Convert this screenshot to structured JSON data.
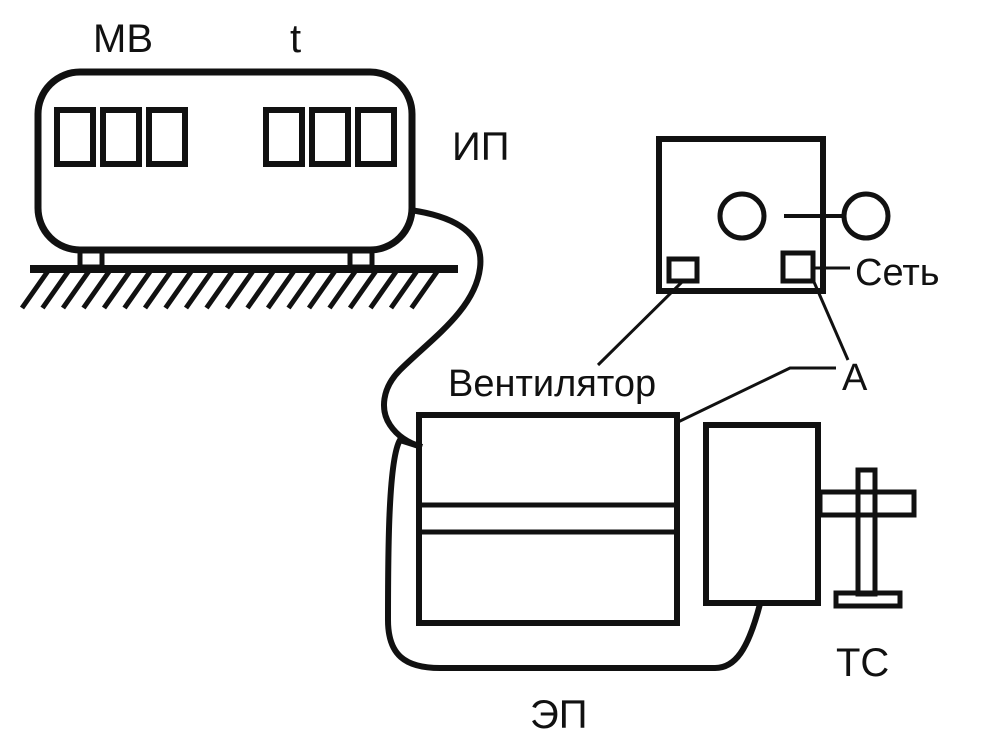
{
  "labels": {
    "mb": "МВ",
    "t": "t",
    "ip": "ИП",
    "set": "Сеть",
    "ventilator": "Вентилятор",
    "a": "А",
    "ts": "ТС",
    "ep": "ЭП"
  },
  "colors": {
    "line": "#111111",
    "background": "#ffffff"
  }
}
